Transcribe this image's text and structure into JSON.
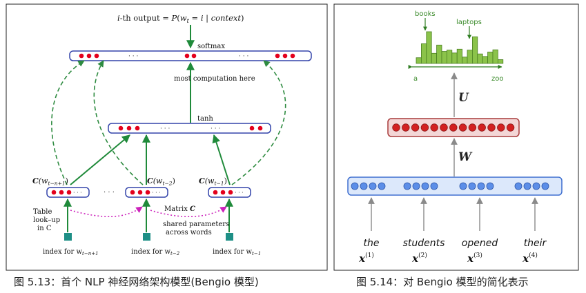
{
  "left_panel": {
    "output_label": "i-th output = P(w_t = i | context)",
    "output_prefix": "i",
    "output_mid": "-th output = ",
    "output_P": "P",
    "output_paren_open": "(",
    "output_w": "w",
    "output_t": "t",
    "output_eq": " = ",
    "output_i": "i",
    "output_bar": " | ",
    "output_ctx": "context",
    "output_paren_close": ")",
    "softmax_label": "softmax",
    "most_computation_label": "most computation here",
    "tanh_label": "tanh",
    "ellipsis": "· · ·",
    "mid_ellipsis": "· · ·",
    "context_labels": [
      {
        "C": "C",
        "paren": "(w",
        "sub": "t−n+1",
        "close": ")"
      },
      {
        "C": "C",
        "paren": "(w",
        "sub": "t−2",
        "close": ")"
      },
      {
        "C": "C",
        "paren": "(w",
        "sub": "t−1",
        "close": ")"
      }
    ],
    "table_lookup_label": [
      "Table",
      "look–up",
      "in C"
    ],
    "matrix_label": "Matrix C",
    "matrix_prefix": "Matrix ",
    "matrix_C": "C",
    "shared_params_label": [
      "shared parameters",
      "across words"
    ],
    "index_labels": [
      {
        "text": "index for w",
        "sub": "t−n+1"
      },
      {
        "text": "index for w",
        "sub": "t−2"
      },
      {
        "text": "index for w",
        "sub": "t−1"
      }
    ]
  },
  "right_panel": {
    "histogram_labels": {
      "books": "books",
      "laptops": "laptops",
      "a": "a",
      "zoo": "zoo"
    },
    "histogram_heights": [
      0.18,
      0.62,
      1.0,
      0.32,
      0.58,
      0.38,
      0.42,
      0.33,
      0.45,
      0.2,
      0.42,
      0.84,
      0.3,
      0.22,
      0.36,
      0.43,
      0.12
    ],
    "U_label": "U",
    "W_label": "W",
    "words": [
      {
        "word": "the",
        "x": "x",
        "sup": "(1)"
      },
      {
        "word": "students",
        "x": "x",
        "sup": "(2)"
      },
      {
        "word": "opened",
        "x": "x",
        "sup": "(3)"
      },
      {
        "word": "their",
        "x": "x",
        "sup": "(4)"
      }
    ]
  },
  "captions": {
    "left": "图 5.13：首个 NLP 神经网络架构模型(Bengio 模型)",
    "right": "图 5.14：对 Bengio 模型的简化表示"
  },
  "colors": {
    "node_red": "#e3001b",
    "layer_border_blue": "#3344aa",
    "arrow_green": "#1f8a3a",
    "dashed_green": "#2e8b40",
    "dotted_magenta": "#cc22bb",
    "index_square": "#1e8f86",
    "hist_fill": "#8bc34a",
    "hist_stroke": "#4a7f22",
    "hidden_fill": "#f3d6d6",
    "hidden_stroke": "#a83b3b",
    "hidden_node": "#d32020",
    "input_fill": "#dce8fb",
    "input_stroke": "#3e6fd0",
    "input_node": "#5c8ee8",
    "grey_arrow": "#8a8a8a"
  }
}
